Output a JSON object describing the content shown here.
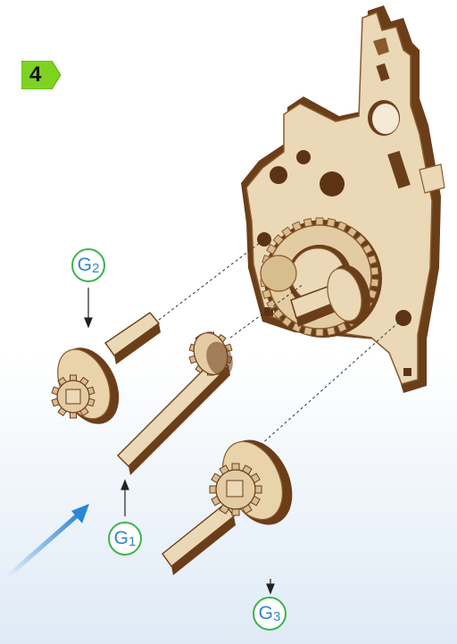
{
  "step": {
    "number": "4"
  },
  "callouts": [
    {
      "letter": "G",
      "index": "2"
    },
    {
      "letter": "G",
      "index": "1"
    },
    {
      "letter": "G",
      "index": "3"
    }
  ],
  "colors": {
    "wood_light": "#ead8b6",
    "wood_mid": "#d8bd8f",
    "wood_edge": "#8a5a2b",
    "wood_dark": "#5c3415",
    "callout_ring": "#3cb44a",
    "callout_text": "#2f86c9",
    "badge_green": "#7ed321",
    "arrow_blue": "#2a86d6"
  }
}
